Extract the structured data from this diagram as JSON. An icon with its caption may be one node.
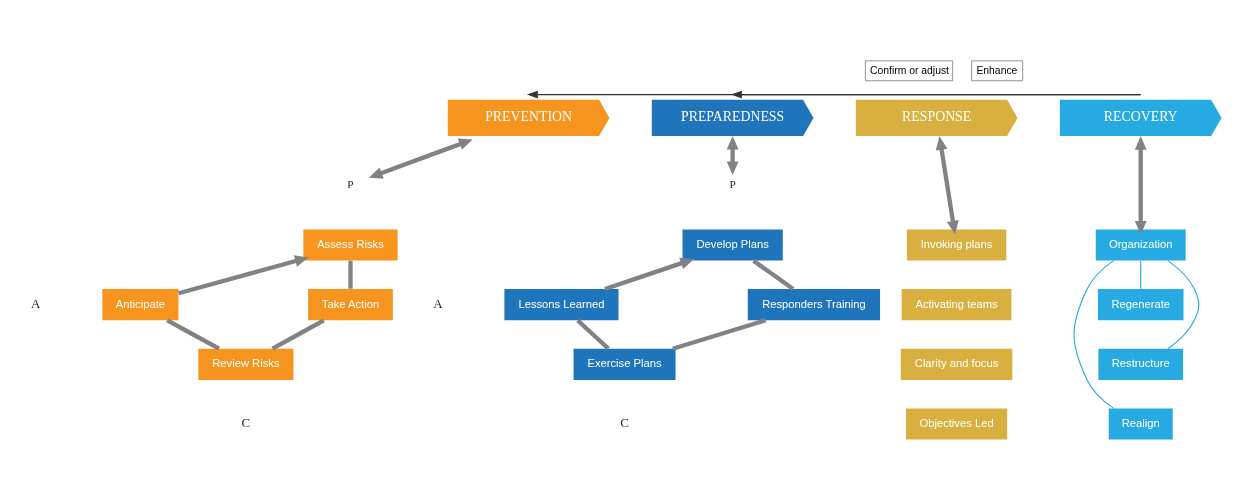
{
  "diagram": {
    "nodes": [
      {
        "text": [
          "PREVENTION"
        ]
      },
      {
        "text": [
          "PREPAREDNESS"
        ]
      },
      {
        "text": [
          "RESPONSE"
        ]
      },
      {
        "text": [
          "RECOVERY"
        ]
      },
      {
        "text": [
          "P"
        ]
      },
      {
        "text": [
          "Assess Risks"
        ]
      },
      {
        "text": [
          "Take Action"
        ]
      },
      {
        "text": [
          "Review Risks"
        ]
      },
      {
        "text": [
          "Anticipate"
        ]
      },
      {
        "text": [
          "P"
        ]
      },
      {
        "text": [
          "Develop Plans"
        ]
      },
      {
        "text": [
          "Responders Training"
        ]
      },
      {
        "text": [
          "Exercise Plans"
        ]
      },
      {
        "text": [
          "Lessons Learned"
        ]
      },
      {
        "text": [
          "Invoking plans"
        ]
      },
      {
        "text": [
          "Activating teams"
        ]
      },
      {
        "text": [
          "Clarity and focus"
        ]
      },
      {
        "text": [
          "Objectives Led"
        ]
      },
      {
        "text": [
          "Organization"
        ]
      },
      {
        "text": [
          "Regenerate"
        ]
      },
      {
        "text": [
          "Restructure"
        ]
      },
      {
        "text": [
          "Realign"
        ]
      }
    ],
    "edges": [
      {
        "from": 3,
        "to": 0,
        "arrow": "to",
        "label": "Enhance",
        "color": "#333333"
      },
      {
        "from": 3,
        "to": 1,
        "arrow": "to",
        "label": "Confirm or adjust",
        "color": "#333333"
      },
      {
        "from": 0,
        "to": 4,
        "arrow": "both"
      },
      {
        "from": 1,
        "to": 9,
        "arrow": "both"
      },
      {
        "from": 2,
        "to": 14,
        "arrow": "both"
      },
      {
        "from": 3,
        "to": 18,
        "arrow": "both"
      },
      {
        "from": 5,
        "to": 6,
        "arrow": "none"
      },
      {
        "from": 6,
        "to": 7,
        "arrow": "none"
      },
      {
        "from": 7,
        "to": 8,
        "arrow": "none"
      },
      {
        "from": 8,
        "to": 5,
        "arrow": "to"
      },
      {
        "from": 10,
        "to": 11,
        "arrow": "none"
      },
      {
        "from": 11,
        "to": 12,
        "arrow": "none"
      },
      {
        "from": 12,
        "to": 13,
        "arrow": "none"
      },
      {
        "from": 13,
        "to": 10,
        "arrow": "to"
      },
      {
        "from": 18,
        "to": 19,
        "arrow": "none",
        "color": "#29a8e0"
      },
      {
        "from": 18,
        "to": 20,
        "arrow": "none",
        "color": "#29a8e0"
      },
      {
        "from": 18,
        "to": 21,
        "arrow": "none",
        "color": "#29a8e0"
      }
    ],
    "labels": [
      "A",
      "C",
      "A",
      "C"
    ]
  }
}
